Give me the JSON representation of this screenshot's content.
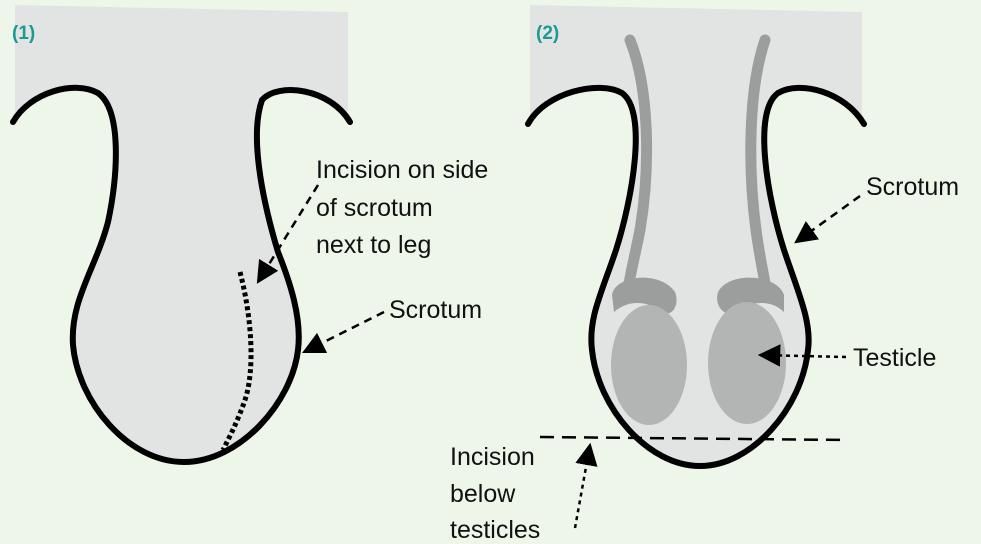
{
  "panels": [
    {
      "label": "(1)",
      "annotations": {
        "incision_line1": "Incision on side",
        "incision_line2": "of scrotum",
        "incision_line3": "next to leg",
        "scrotum": "Scrotum"
      }
    },
    {
      "label": "(2)",
      "annotations": {
        "scrotum": "Scrotum",
        "testicle": "Testicle",
        "incision_line1": "Incision",
        "incision_line2": "below",
        "incision_line3": "testicles"
      }
    }
  ],
  "colors": {
    "background": "#eef6e9",
    "body_fill": "#e2e4e3",
    "outline": "#000000",
    "testicle": "#b3b5b4",
    "cord": "#9c9e9d",
    "label_accent": "#1a9a93"
  }
}
